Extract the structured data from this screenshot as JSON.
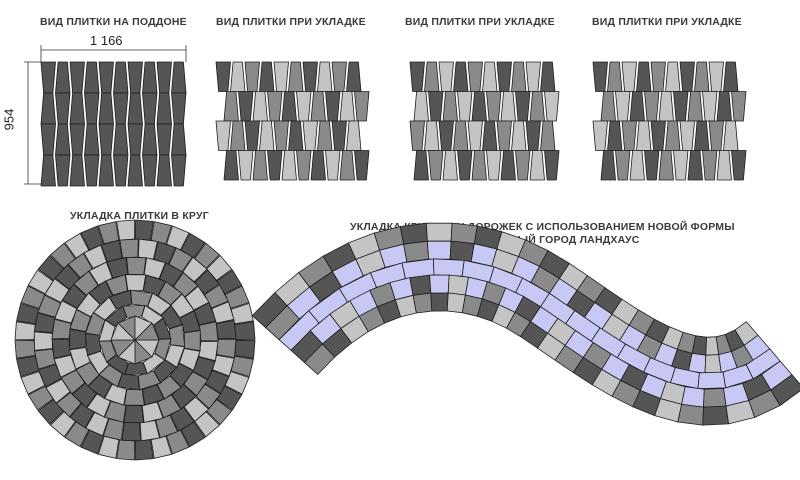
{
  "labels": {
    "pallet": "ВИД ПЛИТКИ НА ПОДДОНЕ",
    "laying1": "ВИД ПЛИТКИ ПРИ УКЛАДКЕ",
    "laying2": "ВИД ПЛИТКИ ПРИ УКЛАДКЕ",
    "laying3": "ВИД ПЛИТКИ ПРИ УКЛАДКЕ",
    "circle": "УКЛАДКА ПЛИТКИ В КРУГ",
    "paths_line1": "УКЛАДКА КРУГОВЫХ ДОРОЖЕК С ИСПОЛЬЗОВАНИЕМ НОВОЙ ФОРМЫ",
    "paths_line2": "И ПЛИТ \"СТАРЫЙ ГОРОД ЛАНДХАУС"
  },
  "dimensions": {
    "width": "1 166",
    "height": "954"
  },
  "colors": {
    "dark": "#555555",
    "medium": "#8a8a8a",
    "light": "#c4c4c4",
    "lavender": "#c8c8f4",
    "stroke": "#1e1e1e"
  }
}
